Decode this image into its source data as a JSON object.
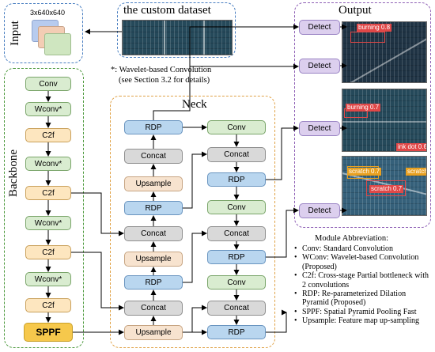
{
  "input": {
    "title": "Input",
    "size": "3x640x640"
  },
  "dataset": {
    "title": "the custom dataset"
  },
  "wavelet_note": {
    "line1": "*: Wavelet-based Convolution",
    "line2": "(see Section 3.2 for details)"
  },
  "backbone": {
    "title": "Backbone",
    "blocks": [
      "Conv",
      "Wconv*",
      "C2f",
      "Wconv*",
      "C2f",
      "Wconv*",
      "C2f",
      "Wconv*",
      "C2f",
      "SPPF"
    ]
  },
  "neck": {
    "title": "Neck",
    "left_blocks": [
      "RDP",
      "Concat",
      "Upsample",
      "RDP",
      "Concat",
      "Upsample",
      "RDP",
      "Concat",
      "Upsample"
    ],
    "right_blocks": [
      "Conv",
      "Concat",
      "RDP",
      "Conv",
      "Concat",
      "RDP",
      "Conv",
      "Concat",
      "RDP"
    ]
  },
  "output": {
    "title": "Output",
    "detect_labels": [
      "Detect",
      "Detect",
      "Detect",
      "Detect"
    ],
    "detections": [
      {
        "label": "burning 0.8",
        "color": "#e04848"
      },
      {
        "label": "burning 0.7",
        "color": "#e04848"
      },
      {
        "label": "ink dot 0.6",
        "color": "#e04848"
      },
      {
        "label": "scratch 0.7",
        "color": "#e8a020"
      },
      {
        "label": "scratch",
        "color": "#e8a020"
      },
      {
        "label": "scratch 0.7",
        "color": "#e04848"
      }
    ]
  },
  "legend": {
    "title": "Module Abbreviation:",
    "items": [
      "Conv: Standard Convolution",
      "WConv: Wavelet-based Convolution (Proposed)",
      "C2f: Cross-stage Partial bottleneck with 2 convolutions",
      "RDP: Re-parameterized Dilation Pyramid (Proposed)",
      "SPPF: Spatial Pyramid Pooling Fast",
      "Upsample: Feature map up-sampling"
    ]
  },
  "colors": {
    "input_border": "#4a7fc1",
    "dataset_border": "#4a7fc1",
    "backbone_border": "#4e9a3e",
    "neck_border": "#e0a247",
    "output_border": "#8e5fb5"
  }
}
